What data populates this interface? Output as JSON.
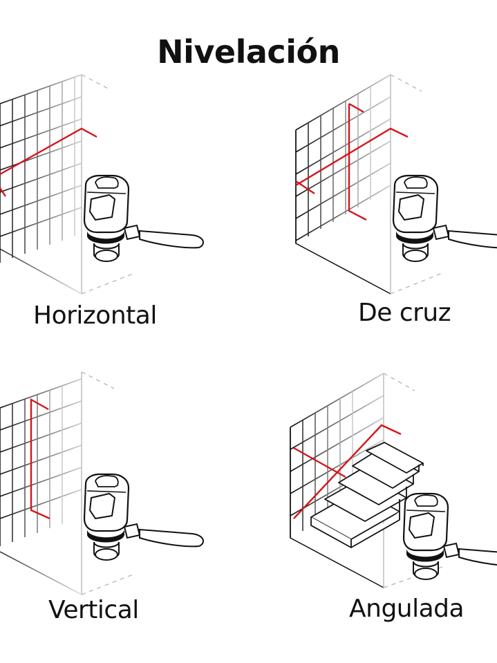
{
  "title": "Nivelación",
  "panels": [
    {
      "id": "horizontal",
      "label": "Horizontal"
    },
    {
      "id": "de-cruz",
      "label": "De cruz"
    },
    {
      "id": "vertical",
      "label": "Vertical"
    },
    {
      "id": "angulada",
      "label": "Angulada"
    }
  ],
  "colors": {
    "laser": "#d4151b",
    "ink": "#111111",
    "grid": "#8a8a8a",
    "dash": "#b5b5b5"
  },
  "icons": [
    "laser-level-icon",
    "wall-grid-icon",
    "staircase-icon"
  ]
}
